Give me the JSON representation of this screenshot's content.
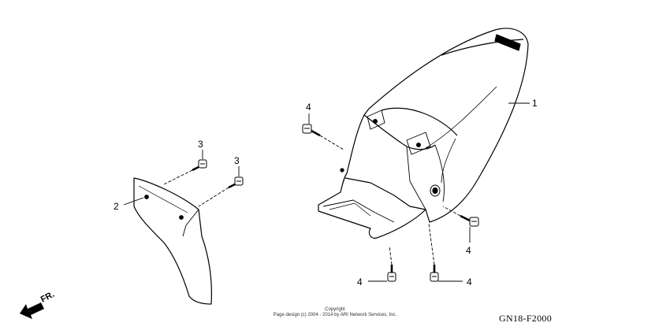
{
  "callouts": [
    {
      "id": "c1",
      "label": "1"
    },
    {
      "id": "c2",
      "label": "2"
    },
    {
      "id": "c3a",
      "label": "3"
    },
    {
      "id": "c3b",
      "label": "3"
    },
    {
      "id": "c4a",
      "label": "4"
    },
    {
      "id": "c4b",
      "label": "4"
    },
    {
      "id": "c4c",
      "label": "4"
    },
    {
      "id": "c4d",
      "label": "4"
    }
  ],
  "front_indicator": "FR.",
  "copyright": {
    "line1": "Copyright",
    "line2": "Page design (c) 2004 - 2014 by ARI Network Services, Inc."
  },
  "figure_code": "GN18-F2000",
  "colors": {
    "ink": "#000000",
    "background": "#ffffff"
  }
}
